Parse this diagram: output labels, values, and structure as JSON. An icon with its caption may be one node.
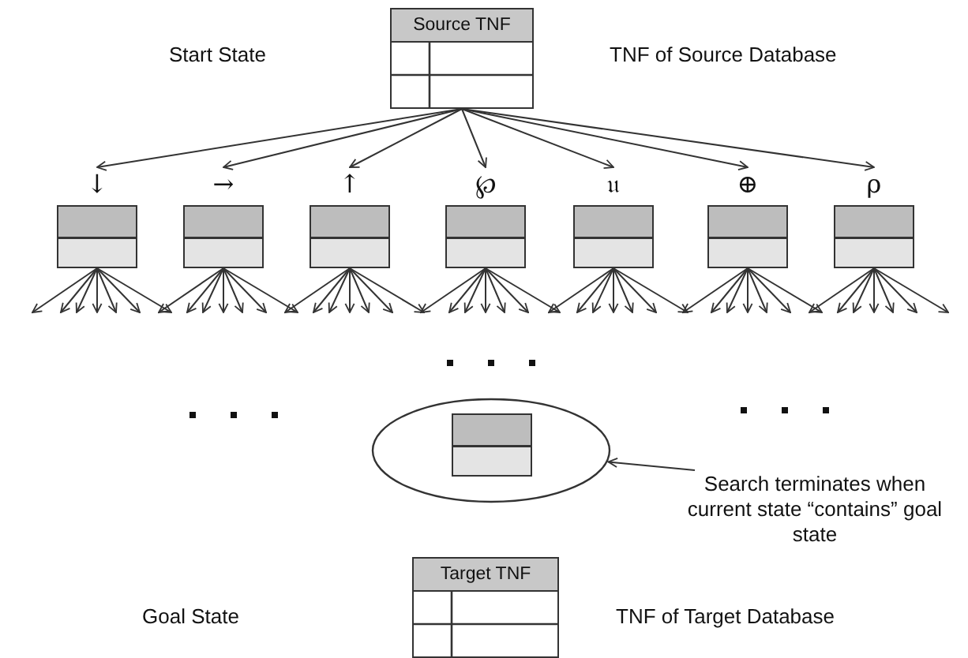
{
  "diagram": {
    "nodes": [
      {
        "text": [
          "Source TNF"
        ]
      },
      {
        "text": [],
        "shape": "box",
        "beside": [
          "↓"
        ]
      },
      {
        "text": [],
        "shape": "box",
        "beside": [
          "→"
        ]
      },
      {
        "text": [],
        "shape": "box",
        "beside": [
          "↑"
        ]
      },
      {
        "text": [],
        "shape": "box",
        "beside": [
          "℘"
        ]
      },
      {
        "text": [],
        "shape": "box",
        "beside": [
          "𝔲"
        ]
      },
      {
        "text": [],
        "shape": "box",
        "beside": [
          "⊕"
        ]
      },
      {
        "text": [],
        "shape": "box",
        "beside": [
          "ρ"
        ]
      },
      {
        "text": [],
        "shape": "ellipse"
      },
      {
        "text": [],
        "shape": "box",
        "in": 8
      },
      {
        "text": [
          "Search terminates when current state “contains” goal state"
        ]
      },
      {
        "text": [
          "Target TNF"
        ]
      }
    ],
    "labels": [
      "Start State",
      "TNF of Source Database",
      "Goal State",
      "TNF of Target Database"
    ],
    "edges": [
      {
        "from": 0,
        "to": 1,
        "arrow": "to"
      },
      {
        "from": 0,
        "to": 2,
        "arrow": "to"
      },
      {
        "from": 0,
        "to": 3,
        "arrow": "to"
      },
      {
        "from": 0,
        "to": 4,
        "arrow": "to"
      },
      {
        "from": 0,
        "to": 5,
        "arrow": "to"
      },
      {
        "from": 0,
        "to": 6,
        "arrow": "to"
      },
      {
        "from": 0,
        "to": 7,
        "arrow": "to"
      },
      {
        "from": 1,
        "to": null,
        "arrow": "to"
      },
      {
        "from": 1,
        "to": null,
        "arrow": "to"
      },
      {
        "from": 1,
        "to": null,
        "arrow": "to"
      },
      {
        "from": 1,
        "to": null,
        "arrow": "to"
      },
      {
        "from": 1,
        "to": null,
        "arrow": "to"
      },
      {
        "from": 1,
        "to": null,
        "arrow": "to"
      },
      {
        "from": 1,
        "to": null,
        "arrow": "to"
      },
      {
        "from": 2,
        "to": null,
        "arrow": "to"
      },
      {
        "from": 2,
        "to": null,
        "arrow": "to"
      },
      {
        "from": 2,
        "to": null,
        "arrow": "to"
      },
      {
        "from": 2,
        "to": null,
        "arrow": "to"
      },
      {
        "from": 2,
        "to": null,
        "arrow": "to"
      },
      {
        "from": 2,
        "to": null,
        "arrow": "to"
      },
      {
        "from": 2,
        "to": null,
        "arrow": "to"
      },
      {
        "from": 3,
        "to": null,
        "arrow": "to"
      },
      {
        "from": 3,
        "to": null,
        "arrow": "to"
      },
      {
        "from": 3,
        "to": null,
        "arrow": "to"
      },
      {
        "from": 3,
        "to": null,
        "arrow": "to"
      },
      {
        "from": 3,
        "to": null,
        "arrow": "to"
      },
      {
        "from": 3,
        "to": null,
        "arrow": "to"
      },
      {
        "from": 3,
        "to": null,
        "arrow": "to"
      },
      {
        "from": 4,
        "to": null,
        "arrow": "to"
      },
      {
        "from": 4,
        "to": null,
        "arrow": "to"
      },
      {
        "from": 4,
        "to": null,
        "arrow": "to"
      },
      {
        "from": 4,
        "to": null,
        "arrow": "to"
      },
      {
        "from": 4,
        "to": null,
        "arrow": "to"
      },
      {
        "from": 4,
        "to": null,
        "arrow": "to"
      },
      {
        "from": 4,
        "to": null,
        "arrow": "to"
      },
      {
        "from": 5,
        "to": null,
        "arrow": "to"
      },
      {
        "from": 5,
        "to": null,
        "arrow": "to"
      },
      {
        "from": 5,
        "to": null,
        "arrow": "to"
      },
      {
        "from": 5,
        "to": null,
        "arrow": "to"
      },
      {
        "from": 5,
        "to": null,
        "arrow": "to"
      },
      {
        "from": 5,
        "to": null,
        "arrow": "to"
      },
      {
        "from": 5,
        "to": null,
        "arrow": "to"
      },
      {
        "from": 6,
        "to": null,
        "arrow": "to"
      },
      {
        "from": 6,
        "to": null,
        "arrow": "to"
      },
      {
        "from": 6,
        "to": null,
        "arrow": "to"
      },
      {
        "from": 6,
        "to": null,
        "arrow": "to"
      },
      {
        "from": 6,
        "to": null,
        "arrow": "to"
      },
      {
        "from": 6,
        "to": null,
        "arrow": "to"
      },
      {
        "from": 6,
        "to": null,
        "arrow": "to"
      },
      {
        "from": 7,
        "to": null,
        "arrow": "to"
      },
      {
        "from": 7,
        "to": null,
        "arrow": "to"
      },
      {
        "from": 7,
        "to": null,
        "arrow": "to"
      },
      {
        "from": 7,
        "to": null,
        "arrow": "to"
      },
      {
        "from": 7,
        "to": null,
        "arrow": "to"
      },
      {
        "from": 7,
        "to": null,
        "arrow": "to"
      },
      {
        "from": 7,
        "to": null,
        "arrow": "to"
      },
      {
        "from": 10,
        "to": 8,
        "arrow": "to"
      }
    ]
  }
}
